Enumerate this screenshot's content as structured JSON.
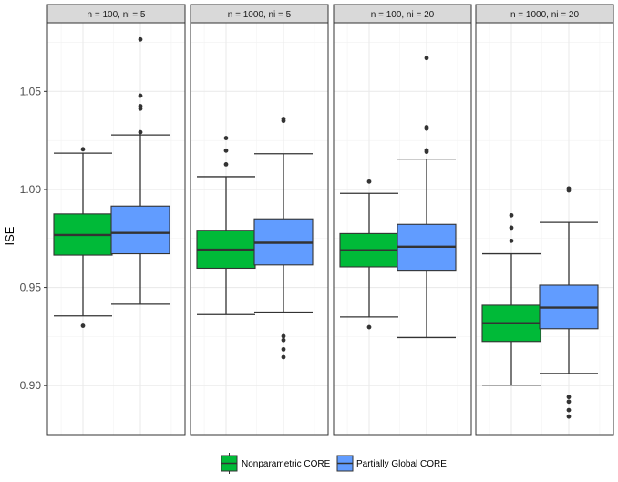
{
  "chart_data": {
    "type": "boxplot",
    "ylabel": "ISE",
    "ylim": [
      0.875,
      1.085
    ],
    "yticks": [
      0.9,
      0.95,
      1.0,
      1.05
    ],
    "ytick_labels": [
      "0.90",
      "0.95",
      "1.00",
      "1.05"
    ],
    "grid": true,
    "legend_position": "bottom",
    "series": [
      {
        "name": "Nonparametric CORE",
        "color": "#00BA38"
      },
      {
        "name": "Partially Global CORE",
        "color": "#619CFF"
      }
    ],
    "panels": [
      {
        "label": "n = 100,  ni = 5",
        "boxes": [
          {
            "series": "Nonparametric CORE",
            "whisker_low": 0.9355,
            "q1": 0.9665,
            "median": 0.9768,
            "q3": 0.9875,
            "whisker_high": 1.0185,
            "outliers": [
              1.0205,
              0.9305
            ]
          },
          {
            "series": "Partially Global CORE",
            "whisker_low": 0.9415,
            "q1": 0.9672,
            "median": 0.9778,
            "q3": 0.9915,
            "whisker_high": 1.0278,
            "outliers": [
              1.0765,
              1.0478,
              1.0425,
              1.0412,
              1.0292
            ]
          }
        ]
      },
      {
        "label": "n = 1000,  ni = 5",
        "boxes": [
          {
            "series": "Nonparametric CORE",
            "whisker_low": 0.9362,
            "q1": 0.9598,
            "median": 0.9693,
            "q3": 0.9792,
            "whisker_high": 1.0065,
            "outliers": [
              1.0262,
              1.0198,
              1.0128
            ]
          },
          {
            "series": "Partially Global CORE",
            "whisker_low": 0.9375,
            "q1": 0.9615,
            "median": 0.9728,
            "q3": 0.985,
            "whisker_high": 1.0182,
            "outliers": [
              1.036,
              1.035,
              0.9252,
              0.9232,
              0.9185,
              0.9145
            ]
          }
        ]
      },
      {
        "label": "n = 100,  ni = 20",
        "boxes": [
          {
            "series": "Nonparametric CORE",
            "whisker_low": 0.935,
            "q1": 0.9605,
            "median": 0.969,
            "q3": 0.9775,
            "whisker_high": 0.998,
            "outliers": [
              1.004,
              0.9298
            ]
          },
          {
            "series": "Partially Global CORE",
            "whisker_low": 0.9245,
            "q1": 0.9588,
            "median": 0.9708,
            "q3": 0.9822,
            "whisker_high": 1.0155,
            "outliers": [
              1.067,
              1.0318,
              1.031,
              1.02,
              1.0192
            ]
          }
        ]
      },
      {
        "label": "n = 1000,  ni = 20",
        "boxes": [
          {
            "series": "Nonparametric CORE",
            "whisker_low": 0.9002,
            "q1": 0.9225,
            "median": 0.9318,
            "q3": 0.941,
            "whisker_high": 0.9672,
            "outliers": [
              0.9868,
              0.9805,
              0.9738
            ]
          },
          {
            "series": "Partially Global CORE",
            "whisker_low": 0.9062,
            "q1": 0.929,
            "median": 0.9398,
            "q3": 0.9512,
            "whisker_high": 0.9832,
            "outliers": [
              1.0005,
              0.9995,
              0.8942,
              0.8918,
              0.8875,
              0.8842
            ]
          }
        ]
      }
    ]
  }
}
